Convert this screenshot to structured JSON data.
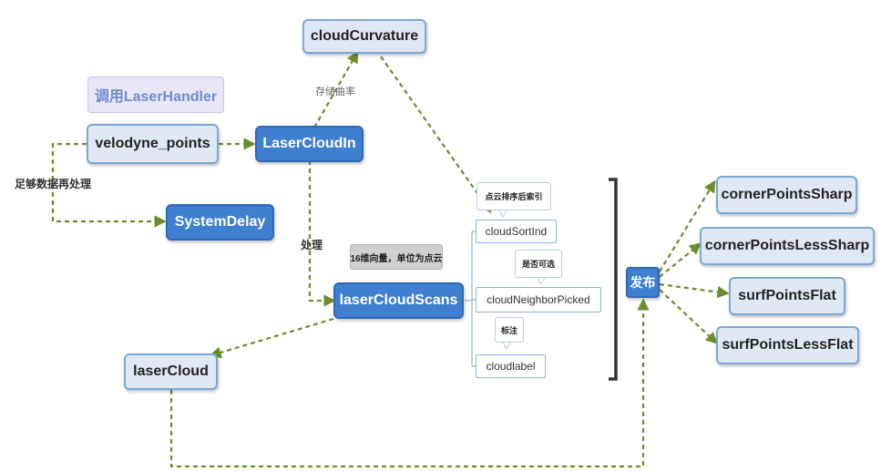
{
  "nodes": {
    "cloud_curvature": "cloudCurvature",
    "call_handler": "调用LaserHandler",
    "velodyne_points": "velodyne_points",
    "laser_cloud_in": "LaserCloudIn",
    "system_delay": "SystemDelay",
    "laser_cloud_scans": "laserCloudScans",
    "laser_cloud": "laserCloud",
    "publish": "发布",
    "corner_points_sharp": "cornerPointsSharp",
    "corner_points_less_sharp": "cornerPointsLessSharp",
    "surf_points_flat": "surfPointsFlat",
    "surf_points_less_flat": "surfPointsLessFlat"
  },
  "subitems": {
    "cloud_sort_ind": "cloudSortInd",
    "cloud_neighbor_picked": "cloudNeighborPicked",
    "cloud_label": "cloudlabel"
  },
  "notes": {
    "scans_note": "16维向量，单位为点云",
    "sort_note": "点云排序后索引",
    "picked_note": "是否可选",
    "label_note": "标注"
  },
  "edge_labels": {
    "store_curvature": "存储曲率",
    "enough_data": "足够数据再处理",
    "process": "处理"
  },
  "colors": {
    "edge": "#6a8e2c",
    "dark_node": "#3f7fcf",
    "light_node": "#dfe9f6"
  }
}
